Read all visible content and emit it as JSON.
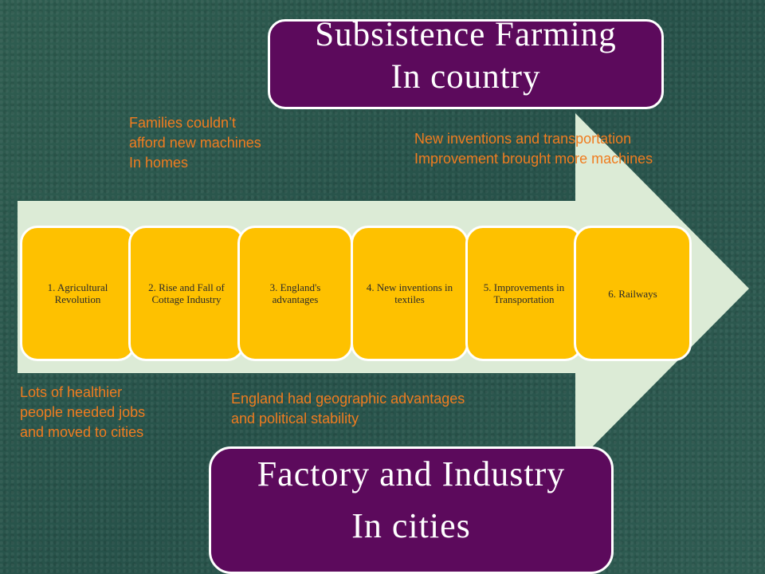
{
  "top_box": {
    "line1": "Subsistence Farming",
    "line2": "In country"
  },
  "bottom_box": {
    "line1": "Factory and Industry",
    "line2": "In cities"
  },
  "steps": [
    "1. Agricultural Revolution",
    "2. Rise and Fall of Cottage Industry",
    "3. England's advantages",
    "4. New inventions in textiles",
    "5. Improvements in Transportation",
    "6. Railways"
  ],
  "notes": {
    "families": [
      "Families couldn’t",
      "afford new machines",
      "In homes"
    ],
    "inventions": [
      "New inventions and transportation",
      "Improvement brought more machines"
    ],
    "healthier": [
      "Lots of healthier",
      "people needed jobs",
      "and moved to cities"
    ],
    "geographic": [
      "England had geographic advantages",
      "and political stability"
    ]
  },
  "colors": {
    "background": "#2e5a4e",
    "arrow": "#dcebd6",
    "title_box": "#5c0a5c",
    "step_fill": "#fec100",
    "note_text": "#f07c1f"
  }
}
